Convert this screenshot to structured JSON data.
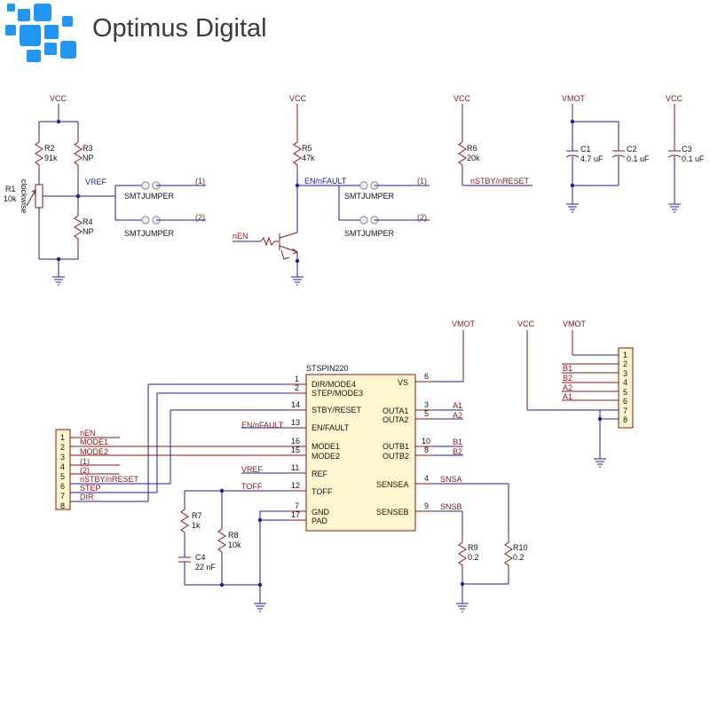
{
  "brand": {
    "name": "Optimus Digital",
    "color": "#2196f3",
    "logo_icon": "pixel-cluster-logo"
  },
  "colors": {
    "wire": "#1c1c9c",
    "part": "#8a1414",
    "net": "#8a1414"
  },
  "power": {
    "vcc": "VCC",
    "vmot": "VMOT"
  },
  "parts": {
    "r1": {
      "ref": "R1",
      "value": "10k",
      "note": "clockwise"
    },
    "r2": {
      "ref": "R2",
      "value": "91k"
    },
    "r3": {
      "ref": "R3",
      "value": "NP"
    },
    "r4": {
      "ref": "R4",
      "value": "NP"
    },
    "r5": {
      "ref": "R5",
      "value": "47k"
    },
    "r6": {
      "ref": "R6",
      "value": "20k"
    },
    "r7": {
      "ref": "R7",
      "value": "1k"
    },
    "r8": {
      "ref": "R8",
      "value": "10k"
    },
    "r9": {
      "ref": "R9",
      "value": "0.2"
    },
    "r10": {
      "ref": "R10",
      "value": "0.2"
    },
    "c1": {
      "ref": "C1",
      "value": "4.7 uF"
    },
    "c2": {
      "ref": "C2",
      "value": "0.1 uF"
    },
    "c3": {
      "ref": "C3",
      "value": "0.1 uF"
    },
    "c4": {
      "ref": "C4",
      "value": "22 nF"
    },
    "jumper": "SMTJUMPER",
    "jumper_opt1": "(1)",
    "jumper_opt2": "(2)"
  },
  "nets": {
    "vref": "VREF",
    "en_nfault": "EN/nFAULT",
    "nen": "nEN",
    "nstby": "nSTBY/nRESET",
    "toff": "TOFF",
    "snsa": "SNSA",
    "snsb": "SNSB",
    "a1": "A1",
    "a2": "A2",
    "b1": "B1",
    "b2": "B2"
  },
  "ic": {
    "name": "STSPIN220",
    "pins_left": [
      {
        "num": "1",
        "name": "DIR/MODE4"
      },
      {
        "num": "2",
        "name": "STEP/MODE3"
      },
      {
        "num": "14",
        "name": "STBY/RESET"
      },
      {
        "num": "13",
        "name": "EN/FAULT"
      },
      {
        "num": "16",
        "name": "MODE1"
      },
      {
        "num": "15",
        "name": "MODE2"
      },
      {
        "num": "11",
        "name": "REF"
      },
      {
        "num": "12",
        "name": "TOFF"
      },
      {
        "num": "7",
        "name": "GND"
      },
      {
        "num": "17",
        "name": "PAD"
      }
    ],
    "pins_right": [
      {
        "num": "6",
        "name": "VS"
      },
      {
        "num": "3",
        "name": "OUTA1"
      },
      {
        "num": "5",
        "name": "OUTA2"
      },
      {
        "num": "10",
        "name": "OUTB1"
      },
      {
        "num": "8",
        "name": "OUTB2"
      },
      {
        "num": "4",
        "name": "SENSEA"
      },
      {
        "num": "9",
        "name": "SENSEB"
      }
    ]
  },
  "left_header": {
    "numbers": [
      "1",
      "2",
      "3",
      "4",
      "5",
      "6",
      "7",
      "8"
    ],
    "signals": [
      "nEN",
      "MODE1",
      "MODE2",
      "(1)",
      "(2)",
      "nSTBY/nRESET",
      "STEP",
      "DIR"
    ]
  },
  "right_header": {
    "numbers": [
      "1",
      "2",
      "3",
      "4",
      "5",
      "6",
      "7",
      "8"
    ],
    "signals": [
      "B1",
      "B2",
      "A2",
      "A1"
    ]
  }
}
